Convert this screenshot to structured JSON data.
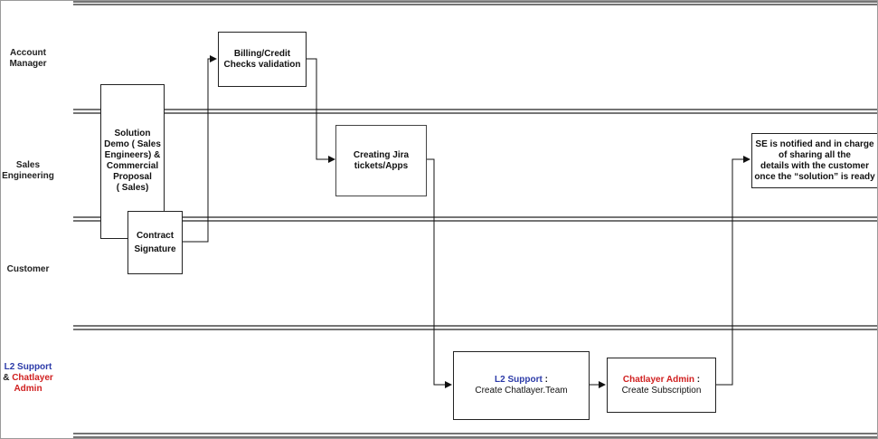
{
  "lanes": [
    {
      "id": "account-manager",
      "label_line1": "Account",
      "label_line2": "Manager"
    },
    {
      "id": "sales-engineering",
      "label_line1": "Sales",
      "label_line2": "Engineering"
    },
    {
      "id": "customer",
      "label_line1": "Customer"
    },
    {
      "id": "l2-support",
      "label_part1": "L2 Support",
      "label_part2": "& ",
      "label_part3": "Chatlayer",
      "label_part4": "Admin"
    }
  ],
  "nodes": {
    "billing": {
      "line1": "Billing/Credit",
      "line2": "Checks validation"
    },
    "solution_demo": {
      "line1": "Solution",
      "line2": "Demo ( Sales",
      "line3": "Engineers) &",
      "line4": "Commercial",
      "line5": "Proposal",
      "line6": "( Sales)"
    },
    "contract": {
      "line1": "Contract",
      "line2": "Signature"
    },
    "jira": {
      "line1": "Creating Jira",
      "line2": "tickets/Apps"
    },
    "se_notified": {
      "line1": "SE is notified and in charge",
      "line2": "of sharing all the",
      "line3": "details with the customer",
      "line4": "once the “solution” is ready"
    },
    "l2_team": {
      "role": "L2 Support",
      "colon": " :",
      "action": "Create Chatlayer.Team"
    },
    "subscription": {
      "role": "Chatlayer Admin",
      "colon": " :",
      "action": "Create Subscription"
    }
  },
  "colors": {
    "blue": "#2b3aa8",
    "red": "#d02020",
    "stroke": "#111111"
  }
}
